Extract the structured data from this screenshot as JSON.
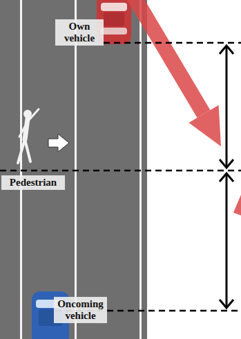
{
  "diagram": {
    "nodes": [
      {
        "text": [
          "Own vehicle"
        ]
      },
      {
        "text": [
          "Pedestrian"
        ]
      },
      {
        "text": [
          "Oncoming vehicle"
        ]
      }
    ]
  }
}
